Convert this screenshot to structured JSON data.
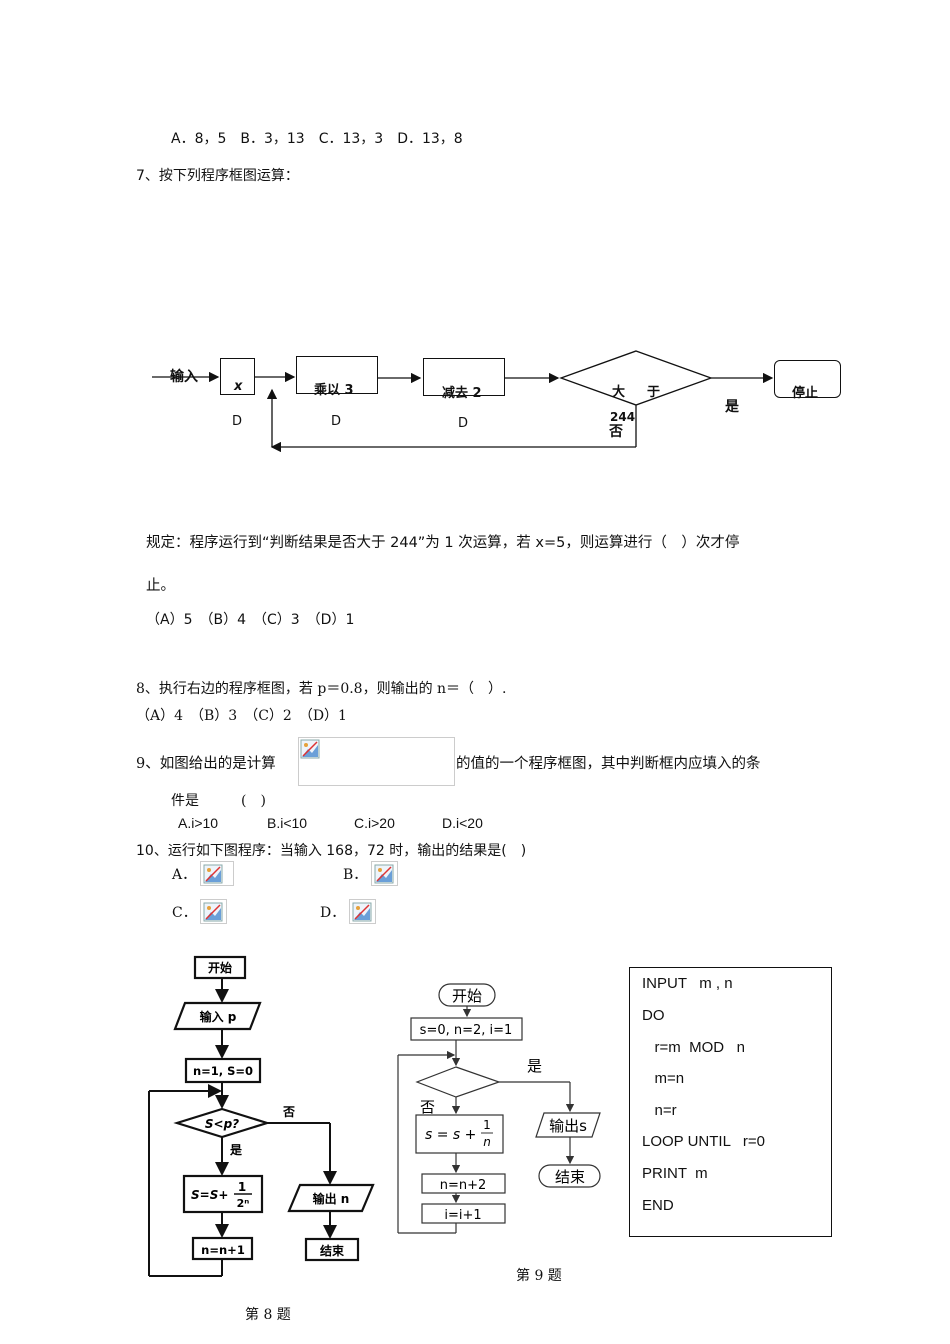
{
  "q6_options": "A．8，5　B．3，13　C．13，3　D．13，8",
  "q7": {
    "title": "7、按下列程序框图运算：",
    "flow": {
      "input": "输入",
      "x": "x",
      "mul": "乘以 3",
      "sub": "减去 2",
      "gt_left": "大",
      "gt_right": "于",
      "num": "244",
      "stop": "停止",
      "yes": "是",
      "no": "否",
      "d1": "D",
      "d2": "D",
      "d3": "D"
    },
    "rule_line1": "规定：程序运行到“判断结果是否大于 244”为 1 次运算，若 x=5，则运算进行（　）次才停",
    "rule_line2": "止。",
    "options": "（A）5　（B）4　（C）3　（D）1"
  },
  "q8": {
    "stem": "8、执行右边的程序框图，若 p＝0.8，则输出的 n＝（　）.",
    "options": "（A）4　（B）3　（C）2　（D）1"
  },
  "q9": {
    "stem_pre": "9、如图给出的是计算",
    "stem_post": "的值的一个程序框图，其中判断框内应填入的条",
    "stem_line2": "件是　　　(　)",
    "opt_a": "A.i>10",
    "opt_b": "B.i<10",
    "opt_c": "C.i>20",
    "opt_d": "D.i<20"
  },
  "q10": {
    "stem": "10、运行如下图程序：当输入 168，72 时，输出的结果是(　)",
    "a": "A．",
    "b": "B．",
    "c": "C．",
    "d": "D．"
  },
  "fig8": {
    "start": "开始",
    "input": "输入 p",
    "init": "n=1, S=0",
    "cond": "S<p?",
    "yes": "是",
    "no": "否",
    "update_s": "S=S+",
    "frac_num": "1",
    "frac_den": "2ⁿ",
    "output": "输出 n",
    "inc": "n=n+1",
    "end": "结束",
    "caption": "第 8 题"
  },
  "fig9": {
    "start": "开始",
    "init": "s=0, n=2, i=1",
    "yes": "是",
    "no": "否",
    "update_s": "s = s +",
    "frac_num": "1",
    "frac_den": "n",
    "output": "输出s",
    "end": "结束",
    "inc_n": "n=n+2",
    "inc_i": "i=i+1",
    "caption": "第 9 题"
  },
  "program": {
    "lines": [
      "INPUT   m , n",
      "DO",
      "   r=m  MOD   n",
      "   m=n",
      "   n=r",
      "LOOP UNTIL   r=0",
      "PRINT  m",
      "END"
    ]
  }
}
